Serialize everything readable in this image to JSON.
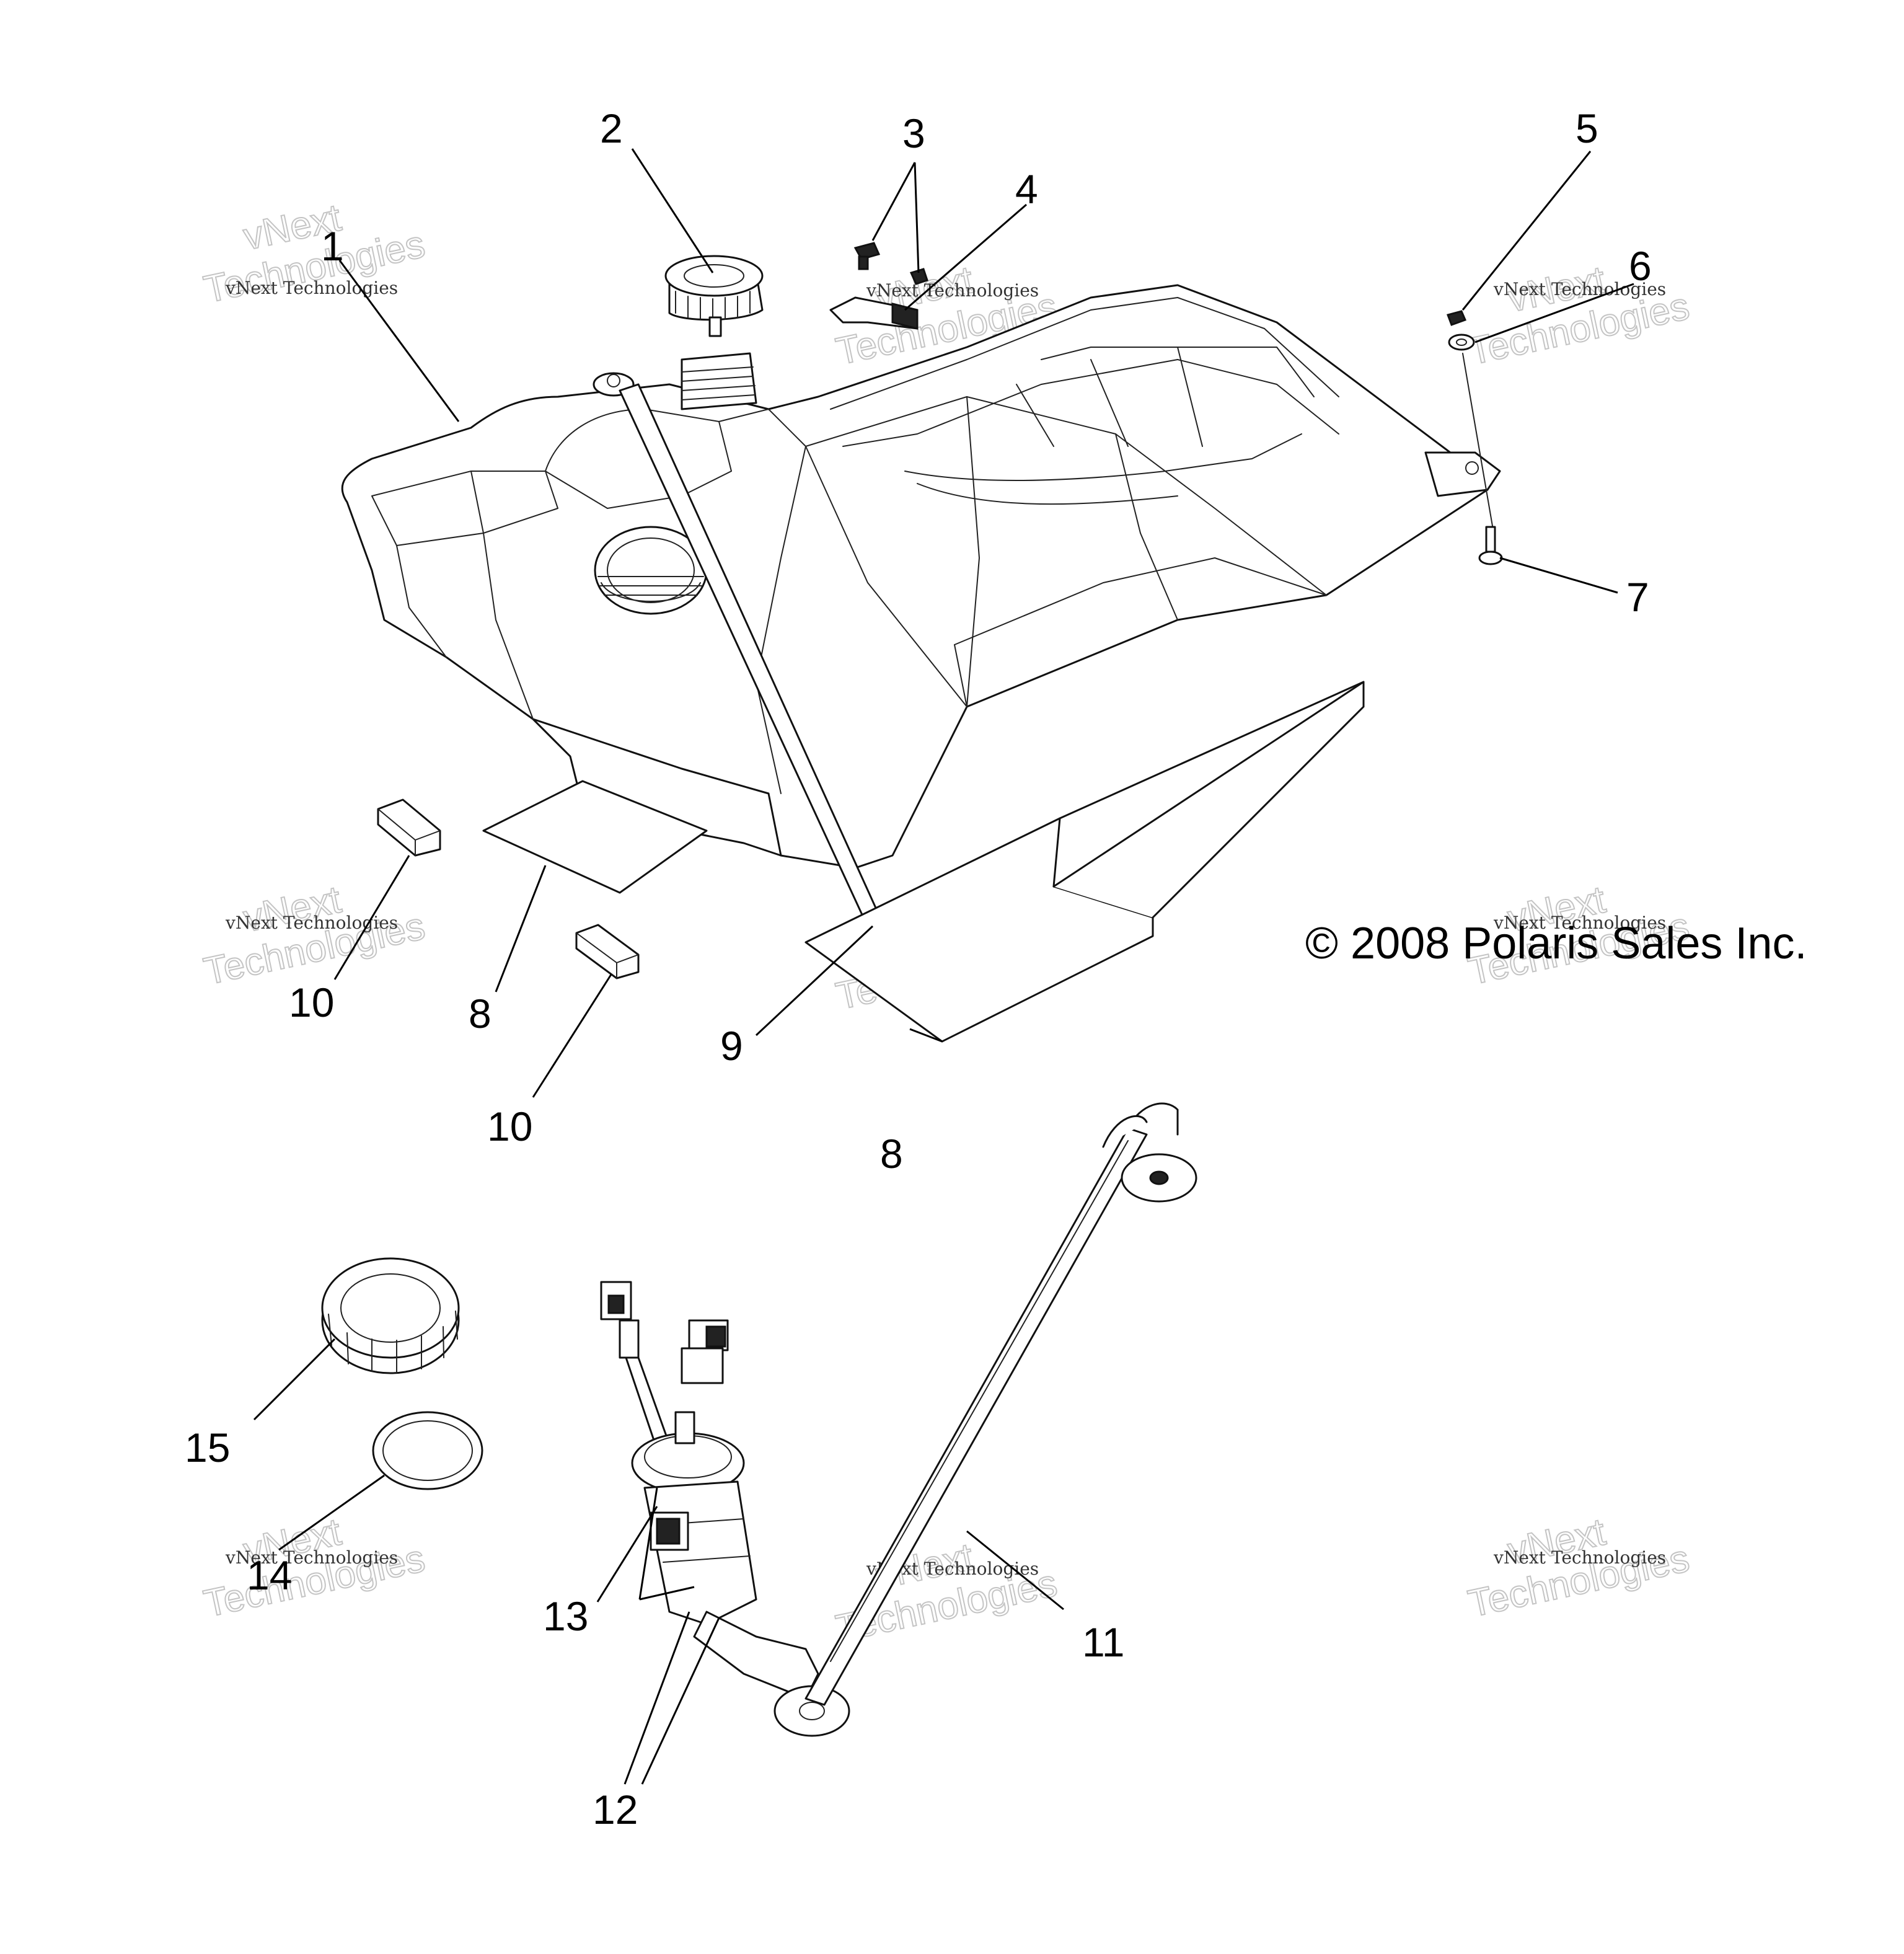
{
  "callouts": [
    {
      "id": "1",
      "text": "1"
    },
    {
      "id": "2",
      "text": "2"
    },
    {
      "id": "3",
      "text": "3"
    },
    {
      "id": "4",
      "text": "4"
    },
    {
      "id": "5",
      "text": "5"
    },
    {
      "id": "6",
      "text": "6"
    },
    {
      "id": "7",
      "text": "7"
    },
    {
      "id": "8a",
      "text": "8"
    },
    {
      "id": "8b",
      "text": "8"
    },
    {
      "id": "9",
      "text": "9"
    },
    {
      "id": "10a",
      "text": "10"
    },
    {
      "id": "10b",
      "text": "10"
    },
    {
      "id": "11",
      "text": "11"
    },
    {
      "id": "12",
      "text": "12"
    },
    {
      "id": "13",
      "text": "13"
    },
    {
      "id": "14",
      "text": "14"
    },
    {
      "id": "15",
      "text": "15"
    }
  ],
  "copyright": "© 2008 Polaris Sales Inc.",
  "watermark": {
    "line_small": "vNext Technologies",
    "line_big_1": "vNext",
    "line_big_2": "Technologies"
  }
}
